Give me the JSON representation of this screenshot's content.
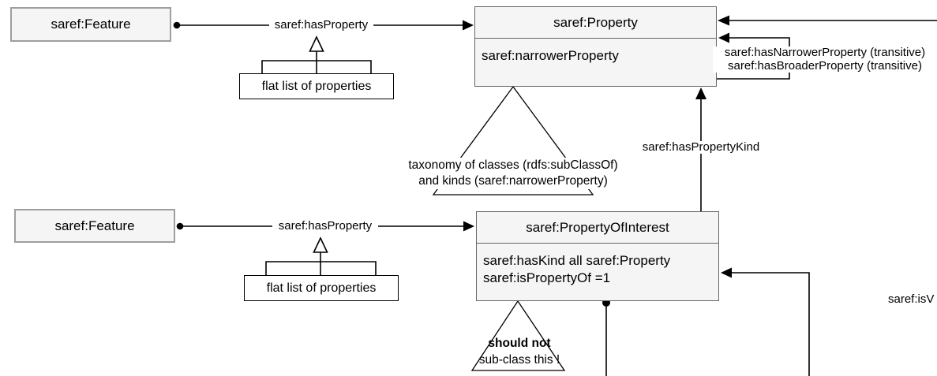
{
  "canvas": {
    "background": "#ffffff"
  },
  "colors": {
    "class_fill": "#f5f5f5",
    "class_border": "#666666",
    "feature_border": "#9e9e9e",
    "line": "#000000"
  },
  "nodes": {
    "feature_top": {
      "label": "saref:Feature"
    },
    "feature_bottom": {
      "label": "saref:Feature"
    },
    "property": {
      "title": "saref:Property",
      "attributes": [
        "saref:narrowerProperty"
      ]
    },
    "property_of_interest": {
      "title": "saref:PropertyOfInterest",
      "attributes": [
        "saref:hasKind all saref:Property",
        "saref:isPropertyOf =1"
      ]
    },
    "flat_list_top": {
      "label": "flat list of properties"
    },
    "flat_list_bottom": {
      "label": "flat list of properties"
    }
  },
  "edges": {
    "has_property_top": "saref:hasProperty",
    "has_property_bottom": "saref:hasProperty",
    "has_property_kind": "saref:hasPropertyKind",
    "has_narrower": "saref:hasNarrowerProperty (transitive)",
    "has_broader": "saref:hasBroaderProperty (transitive)",
    "is_v": "saref:isV"
  },
  "notes": {
    "taxonomy_line1": "taxonomy of classes (rdfs:subClassOf)",
    "taxonomy_line2": "and kinds (saref:narrowerProperty)",
    "warning_line1": "should not",
    "warning_line2": "sub-class this !"
  }
}
